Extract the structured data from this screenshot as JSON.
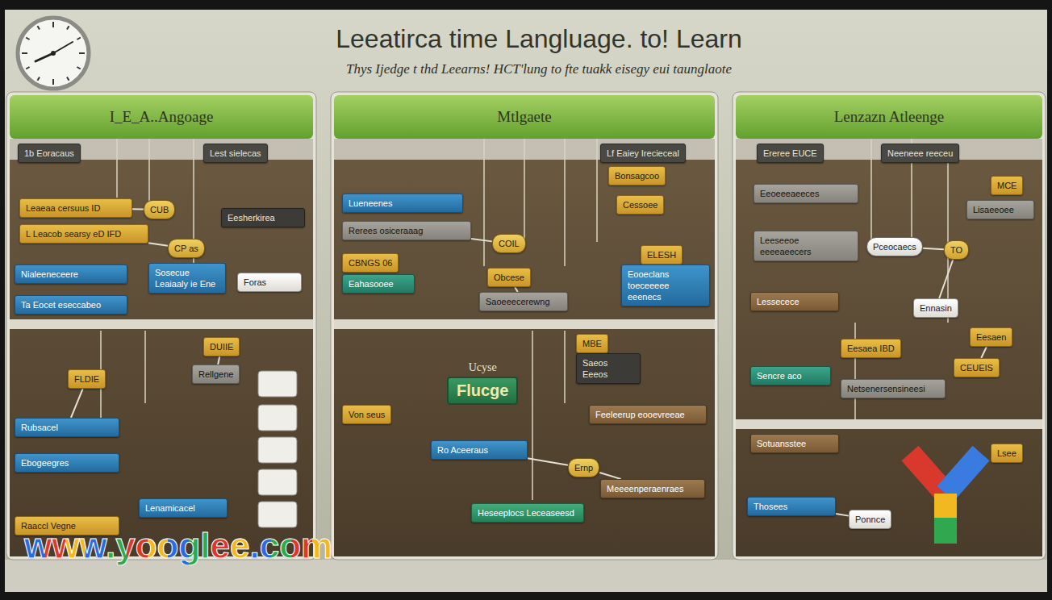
{
  "diagram": {
    "title": "Leeatirca time Langluage. to! Learn",
    "nodes": [
      {
        "text": [
          "I_E_A..Angoage"
        ]
      },
      {
        "text": [
          "1b Eoracaus"
        ],
        "in": 0
      },
      {
        "text": [
          "Lest sielecas"
        ],
        "in": 0
      },
      {
        "text": [
          "Leaeaa cersuus ID"
        ],
        "in": 0
      },
      {
        "text": [
          "CUB"
        ],
        "in": 0
      },
      {
        "text": [
          "L Leacob searsy eD IFD"
        ],
        "in": 0
      },
      {
        "text": [
          "CP as"
        ],
        "in": 0
      },
      {
        "text": [
          "Eesherkirea"
        ],
        "in": 0
      },
      {
        "text": [
          "Foras"
        ],
        "in": 0
      },
      {
        "text": [
          "Nialeeneceere"
        ],
        "in": 0
      },
      {
        "text": [
          "Sosecue Leaiaaly ie Ene"
        ],
        "in": 0
      },
      {
        "text": [
          "Ta Eocet eseccabeo"
        ],
        "in": 0
      },
      {
        "text": [
          "DUIIE"
        ],
        "in": 0
      },
      {
        "text": [
          "FLDIE"
        ],
        "in": 0
      },
      {
        "text": [
          "Rellgene"
        ],
        "in": 0
      },
      {
        "text": [
          "Rubsacel"
        ],
        "in": 0
      },
      {
        "text": [
          "Ebogeegres"
        ],
        "in": 0
      },
      {
        "text": [
          "Lenamicacel"
        ],
        "in": 0
      },
      {
        "text": [
          "Raaccl Vegne"
        ],
        "in": 0
      },
      {
        "text": [
          "Mtlgaete"
        ]
      },
      {
        "text": [
          "Lf Eaiey Irecieceal"
        ],
        "in": 19
      },
      {
        "text": [
          "Bonsagcoo"
        ],
        "in": 19
      },
      {
        "text": [
          "Lueneenes"
        ],
        "in": 19
      },
      {
        "text": [
          "Rerees osiceraaag"
        ],
        "in": 19
      },
      {
        "text": [
          "COIL"
        ],
        "in": 19
      },
      {
        "text": [
          "Cessoee"
        ],
        "in": 19
      },
      {
        "text": [
          "CBNGS 06"
        ],
        "in": 19
      },
      {
        "text": [
          "Eahasooee"
        ],
        "in": 19
      },
      {
        "text": [
          "Obcese"
        ],
        "in": 19
      },
      {
        "text": [
          "ELESH"
        ],
        "in": 19
      },
      {
        "text": [
          "Eooeclans toeceeeee eeenecs"
        ],
        "in": 19
      },
      {
        "text": [
          "Saoeeecerewng"
        ],
        "in": 19
      },
      {
        "text": [
          "Ucyse",
          "Flucge"
        ],
        "in": 19
      },
      {
        "text": [
          "MBE"
        ],
        "in": 19
      },
      {
        "text": [
          "Saeos Eeeos"
        ],
        "in": 19
      },
      {
        "text": [
          "Von seus"
        ],
        "in": 19
      },
      {
        "text": [
          "Ro Aceeraus"
        ],
        "in": 19
      },
      {
        "text": [
          "Feeleerup eooevreeae"
        ],
        "in": 19
      },
      {
        "text": [
          "Ernp"
        ],
        "in": 19
      },
      {
        "text": [
          "Meeeenperaenraes"
        ],
        "in": 19
      },
      {
        "text": [
          "Heseeplocs Leceaseesd"
        ],
        "in": 19
      },
      {
        "text": [
          "Lenzazn Atleenge"
        ]
      },
      {
        "text": [
          "Ereree EUCE"
        ],
        "in": 41
      },
      {
        "text": [
          "Neeneee reeceu"
        ],
        "in": 41
      },
      {
        "text": [
          "MCE"
        ],
        "in": 41
      },
      {
        "text": [
          "Eeoeeeaeeces"
        ],
        "in": 41
      },
      {
        "text": [
          "Leeseeoe eeeeaeecers"
        ],
        "in": 41
      },
      {
        "text": [
          "Pceocaecs"
        ],
        "in": 41
      },
      {
        "text": [
          "TO"
        ],
        "in": 41
      },
      {
        "text": [
          "Lisaeeoee"
        ],
        "in": 41
      },
      {
        "text": [
          "Ennasin"
        ],
        "in": 41
      },
      {
        "text": [
          "Lessecece"
        ],
        "in": 41
      },
      {
        "text": [
          "Eesaen"
        ],
        "in": 41
      },
      {
        "text": [
          "Eesaea IBD"
        ],
        "in": 41
      },
      {
        "text": [
          "CEUEIS"
        ],
        "in": 41
      },
      {
        "text": [
          "Sencre aco"
        ],
        "in": 41
      },
      {
        "text": [
          "Netsenersensineesi"
        ],
        "in": 41
      },
      {
        "text": [
          "Sotuansstee"
        ],
        "in": 41
      },
      {
        "text": [
          "Lsee"
        ],
        "in": 41
      },
      {
        "text": [
          "Thosees"
        ],
        "in": 41
      },
      {
        "text": [
          "Ponnce"
        ],
        "in": 41
      }
    ],
    "edges": [
      {
        "from": 3,
        "to": 4,
        "arrow": "none"
      },
      {
        "from": 5,
        "to": 6,
        "arrow": "none"
      },
      {
        "from": 12,
        "to": 14,
        "arrow": "none"
      },
      {
        "from": 13,
        "to": 15,
        "arrow": "none"
      },
      {
        "from": 23,
        "to": 24,
        "arrow": "none"
      },
      {
        "from": 28,
        "to": 31,
        "arrow": "none"
      },
      {
        "from": 29,
        "to": 30,
        "arrow": "none"
      },
      {
        "from": 33,
        "to": 34,
        "arrow": "none"
      },
      {
        "from": 36,
        "to": 38,
        "arrow": "none"
      },
      {
        "from": 38,
        "to": 39,
        "arrow": "none"
      },
      {
        "from": 47,
        "to": 48,
        "arrow": "none"
      },
      {
        "from": 48,
        "to": 50,
        "arrow": "none"
      },
      {
        "from": 52,
        "to": 54,
        "arrow": "none"
      },
      {
        "from": 59,
        "to": 60,
        "arrow": "none"
      }
    ],
    "labels": [
      "Thys Ijedge t thd Leearns! HCT'lung to fte tuakk eisegy eui taunglaote",
      "www.yooglee.com"
    ]
  }
}
